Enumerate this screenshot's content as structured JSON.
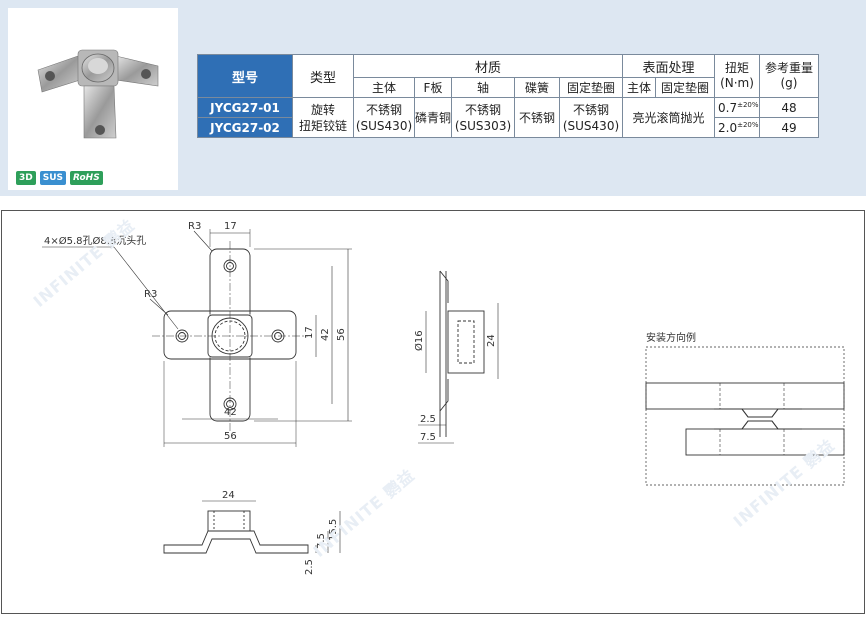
{
  "badges": {
    "b3d": "3D",
    "sus": "SUS",
    "rohs": "RoHS"
  },
  "table": {
    "h_model": "型号",
    "h_type": "类型",
    "h_material": "材质",
    "h_surface": "表面处理",
    "h_torque": "扭矩",
    "h_torque_unit": "(N·m)",
    "h_weight": "参考重量",
    "h_weight_unit": "(g)",
    "sub": [
      "主体",
      "F板",
      "轴",
      "碟簧",
      "固定垫圈",
      "主体",
      "固定垫圈"
    ],
    "rows": [
      {
        "model": "JYCG27-01",
        "torque_base": "0.7",
        "torque_tol": "±20%",
        "weight": "48"
      },
      {
        "model": "JYCG27-02",
        "torque_base": "2.0",
        "torque_tol": "±20%",
        "weight": "49"
      }
    ],
    "type_l1": "旋转",
    "type_l2": "扭矩铰链",
    "body_l1": "不锈钢",
    "body_l2": "(SUS430)",
    "fplate": "磷青铜",
    "shaft_l1": "不锈钢",
    "shaft_l2": "(SUS303)",
    "spring": "不锈钢",
    "washer_l1": "不锈钢",
    "washer_l2": "(SUS430)",
    "surface": "亮光滚筒抛光"
  },
  "drawing": {
    "hole_note": "4×Ø5.8孔Ø8.8沉头孔",
    "r3a": "R3",
    "r3b": "R3",
    "d17_top": "17",
    "d42_v": "42",
    "d56_v": "56",
    "d17_v": "17",
    "d42_h": "42",
    "d56_h": "56",
    "d16": "Ø16",
    "d24_v": "24",
    "d2_5a": "2.5",
    "d7_5a": "7.5",
    "d24_h": "24",
    "d15_5": "15.5",
    "d7_5b": "7.5",
    "d2_5b": "2.5",
    "install": "安装方向例"
  },
  "watermark": "INFINITE 鹦益"
}
